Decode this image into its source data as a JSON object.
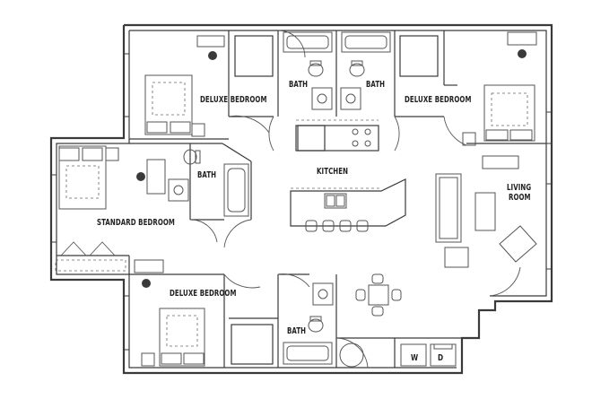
{
  "rooms": {
    "deluxe_bedroom_top_left": "DELUXE BEDROOM",
    "deluxe_bedroom_top_right": "DELUXE BEDROOM",
    "deluxe_bedroom_bottom": "DELUXE BEDROOM",
    "standard_bedroom": "STANDARD BEDROOM",
    "bath_top_left": "BATH",
    "bath_top_right": "BATH",
    "bath_left": "BATH",
    "bath_bottom": "BATH",
    "kitchen": "KITCHEN",
    "living_room_line1": "LIVING",
    "living_room_line2": "ROOM",
    "washer": "W",
    "dryer": "D"
  },
  "colors": {
    "wall": "#3a3a3a",
    "fixture": "#555555",
    "dashed": "#666666"
  }
}
